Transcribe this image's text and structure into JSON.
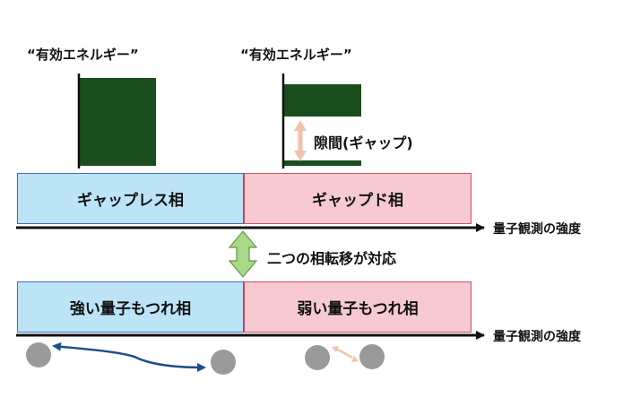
{
  "energy_panels": {
    "left_title": "“有効エネルギー”",
    "right_title": "“有効エネルギー”",
    "gap_label": "隙間(ギャップ)"
  },
  "phases_top": {
    "left": "ギャップレス相",
    "right": "ギャップド相",
    "axis_label": "量子観測の強度"
  },
  "transition_label": "二つの相転移が対応",
  "phases_bottom": {
    "left": "強い量子もつれ相",
    "right": "弱い量子もつれ相",
    "axis_label": "量子観測の強度"
  },
  "colors": {
    "dark_green": "#1b4e1d",
    "light_blue": "#bde3f7",
    "pink": "#f7c9d1",
    "arrow_green": "#a8d888",
    "peach": "#f1c2aa",
    "navy": "#1f4e8c",
    "gray": "#9a9a9a"
  }
}
